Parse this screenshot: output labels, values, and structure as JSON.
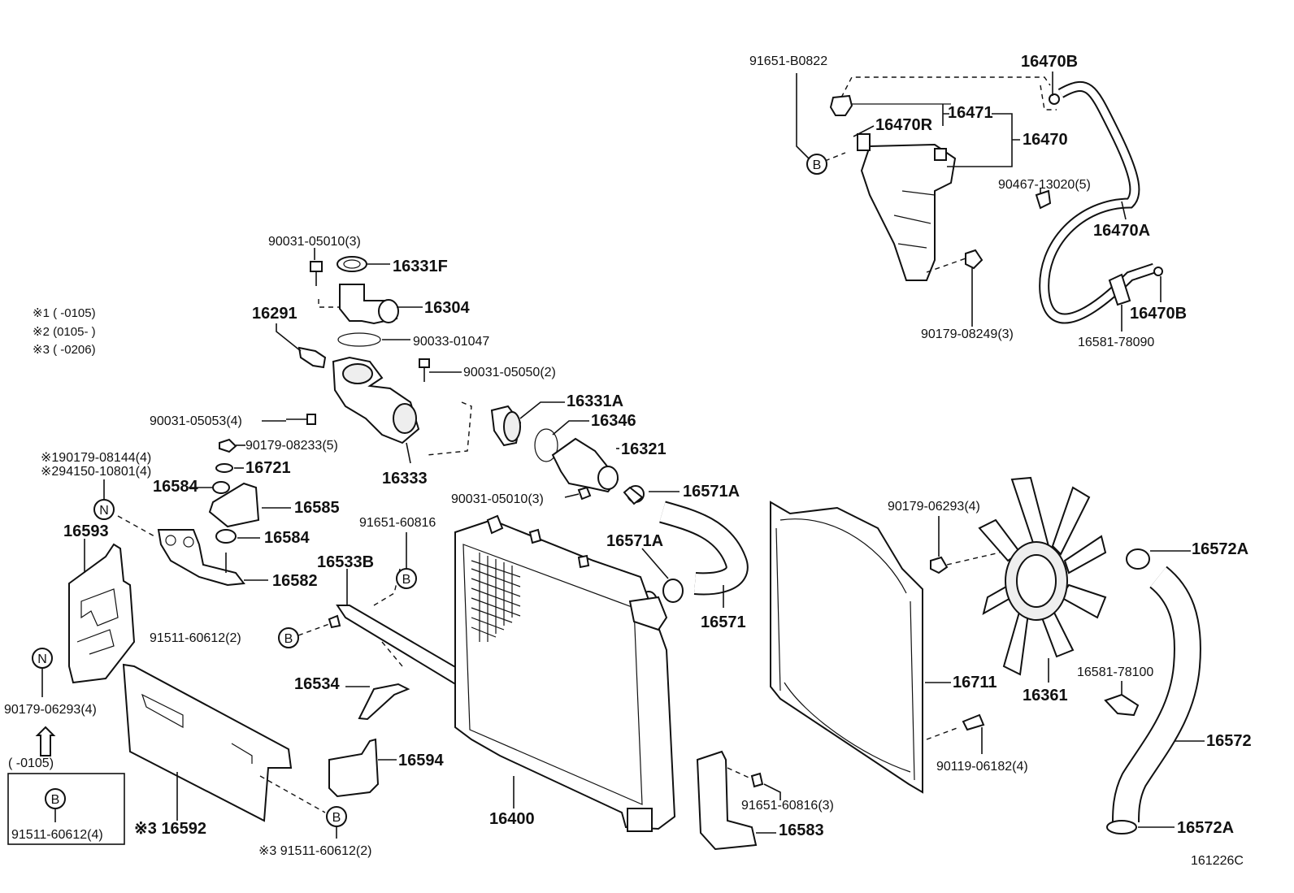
{
  "diagram_code": "161226C",
  "notes": {
    "note1": "※1 (      -0105)",
    "note2": "※2 (0105-      )",
    "note3": "※3 (      -0206)",
    "legend_period": "(      -0105)",
    "legend_part": "91511-60612(4)"
  },
  "circle_markers": {
    "b": "B",
    "n": "N"
  },
  "labels": {
    "p91651_b0822": "91651-B0822",
    "p16470b_top": "16470B",
    "p16471": "16471",
    "p16470r": "16470R",
    "p16470": "16470",
    "p90467_13020": "90467-13020(5)",
    "p16470a": "16470A",
    "p16470b_bottom": "16470B",
    "p90179_08249": "90179-08249(3)",
    "p16581_78090": "16581-78090",
    "p90031_05010_top": "90031-05010(3)",
    "p16331f": "16331F",
    "p16304": "16304",
    "p16291": "16291",
    "p90033_01047": "90033-01047",
    "p90031_05050": "90031-05050(2)",
    "p16331a": "16331A",
    "p16346": "16346",
    "p90031_05053": "90031-05053(4)",
    "p16321": "16321",
    "p90179_08233": "90179-08233(5)",
    "p16333": "16333",
    "p90031_05010_mid": "90031-05010(3)",
    "p16571a_top": "16571A",
    "p16721": "16721",
    "p90179_08144": "※190179-08144(4)",
    "p94150_10801": "※294150-10801(4)",
    "p16584_top": "16584",
    "p16585": "16585",
    "p16584_bottom": "16584",
    "p91651_60816": "91651-60816",
    "p16593": "16593",
    "p16582": "16582",
    "p16533b": "16533B",
    "p16571a_mid": "16571A",
    "p90179_06293_right": "90179-06293(4)",
    "p16572a_top": "16572A",
    "p91511_60612_left": "91511-60612(2)",
    "p16571": "16571",
    "p16534": "16534",
    "p16711": "16711",
    "p16361": "16361",
    "p16581_78100": "16581-78100",
    "p90179_06293_left": "90179-06293(4)",
    "p16572": "16572",
    "p16594": "16594",
    "p90119_06182": "90119-06182(4)",
    "p16400": "16400",
    "p91651_60816_3": "91651-60816(3)",
    "p16592": "※3 16592",
    "p16583": "16583",
    "p16572a_bottom": "16572A",
    "p91511_60612_bottom": "※3 91511-60612(2)"
  }
}
